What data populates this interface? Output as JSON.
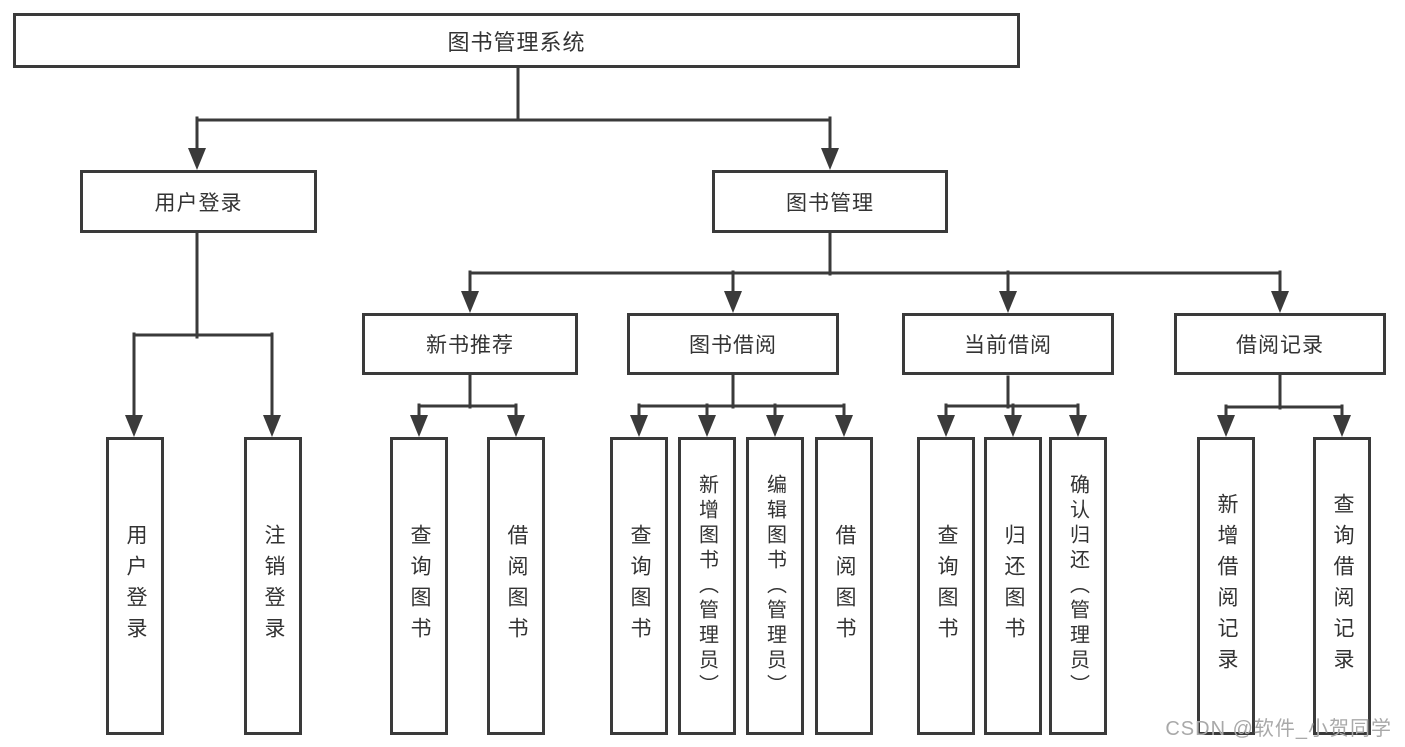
{
  "colors": {
    "line": "#3a3a3a",
    "text": "#333333",
    "watermark": "#a9a9a9",
    "background": "#ffffff"
  },
  "watermark": {
    "text": "CSDN @软件_小贺同学"
  },
  "tree": {
    "root": "图书管理系统",
    "children": [
      {
        "label": "用户登录",
        "children": [
          "用户登录",
          "注销登录"
        ]
      },
      {
        "label": "图书管理",
        "children": [
          {
            "label": "新书推荐",
            "children": [
              "查询图书",
              "借阅图书"
            ]
          },
          {
            "label": "图书借阅",
            "children": [
              "查询图书",
              "新增图书（管理员）",
              "编辑图书（管理员）",
              "借阅图书"
            ]
          },
          {
            "label": "当前借阅",
            "children": [
              "查询图书",
              "归还图书",
              "确认归还（管理员）"
            ]
          },
          {
            "label": "借阅记录",
            "children": [
              "新增借阅记录",
              "查询借阅记录"
            ]
          }
        ]
      }
    ]
  }
}
